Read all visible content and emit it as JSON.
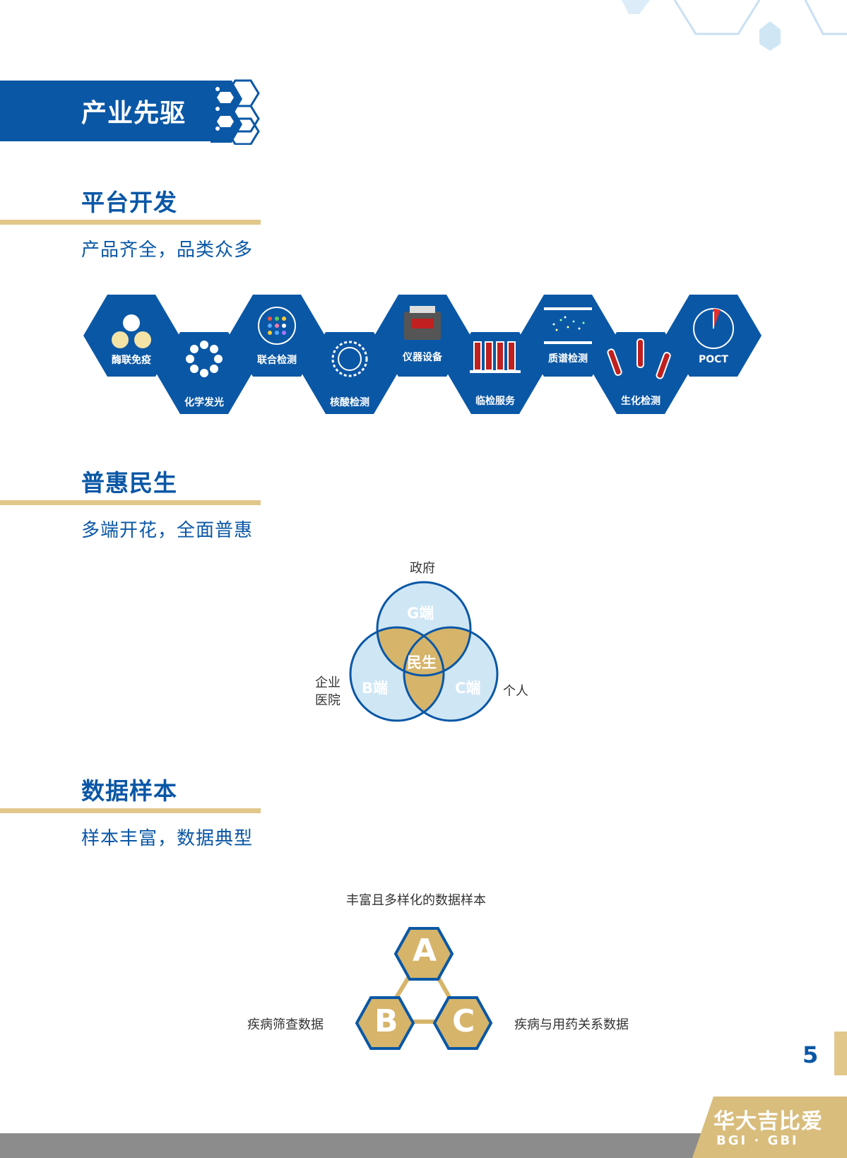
{
  "section_banner": {
    "title": "产业先驱"
  },
  "platform": {
    "heading": "平台开发",
    "subtitle": "产品齐全，品类众多",
    "hexes": [
      "酶联免疫",
      "化学发光",
      "联合检测",
      "核酸检测",
      "仪器设备",
      "临检服务",
      "质谱检测",
      "生化检测",
      "POCT"
    ]
  },
  "welfare": {
    "heading": "普惠民生",
    "subtitle": "多端开花，全面普惠",
    "venn": {
      "top_label": "政府",
      "left_label_1": "企业",
      "left_label_2": "医院",
      "right_label": "个人",
      "g": "G端",
      "b": "B端",
      "c": "C端",
      "center": "民生"
    }
  },
  "samples": {
    "heading": "数据样本",
    "subtitle": "样本丰富，数据典型",
    "diagram": {
      "title": "丰富且多样化的数据样本",
      "a": "A",
      "b": "B",
      "c": "C",
      "left_label": "疾病筛查数据",
      "right_label": "疾病与用药关系数据"
    }
  },
  "page_number": "5",
  "logo": {
    "cn": "华大吉比爱",
    "en": "BGI · GBI"
  },
  "colors": {
    "primary_blue": "#0a57a6",
    "gold": "#d6b46a",
    "light_blue": "#cfe6f5"
  }
}
